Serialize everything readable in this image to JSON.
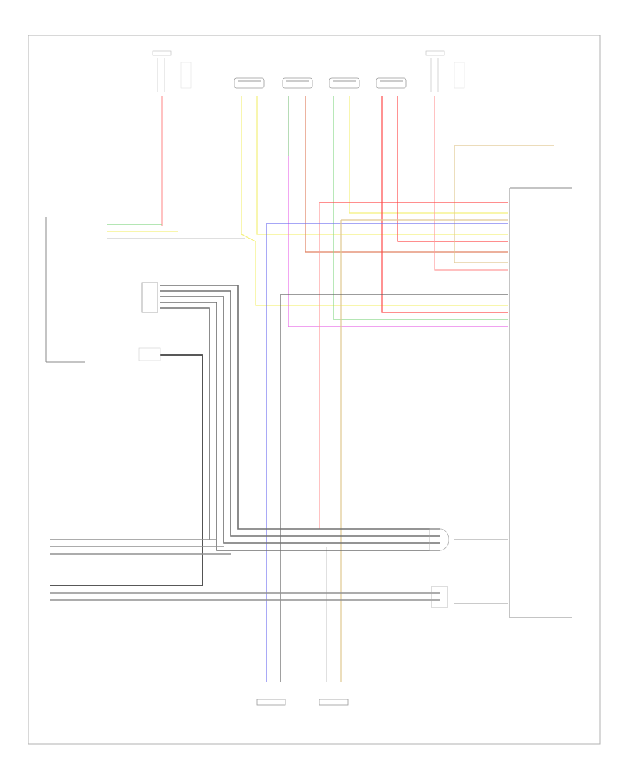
{
  "diagram": {
    "footer_code": "",
    "colors": {
      "red": "#ff4a4a",
      "pink": "#ff9a9a",
      "yellow": "#f4f07a",
      "green": "#88d888",
      "magenta": "#e86be8",
      "blue": "#7070f0",
      "tan": "#e0c890",
      "orange": "#f0a060",
      "dark": "#555555",
      "gray": "#a0a0a0"
    },
    "components": [
      {
        "id": "hot-fuse-left",
        "icon": "fuse-icon"
      },
      {
        "id": "left-front-tweeter",
        "icon": "speaker-icon"
      },
      {
        "id": "right-front-tweeter",
        "icon": "speaker-icon"
      },
      {
        "id": "left-front-woofer",
        "icon": "speaker-icon"
      },
      {
        "id": "right-front-woofer",
        "icon": "speaker-icon"
      },
      {
        "id": "hot-fuse-right",
        "icon": "fuse-icon"
      },
      {
        "id": "left-side-unit",
        "icon": "connector-icon"
      },
      {
        "id": "right-amplifier-unit",
        "icon": "connector-icon"
      },
      {
        "id": "right-rear-speaker",
        "icon": "speaker-icon"
      },
      {
        "id": "left-rear-speaker",
        "icon": "speaker-icon"
      }
    ]
  }
}
